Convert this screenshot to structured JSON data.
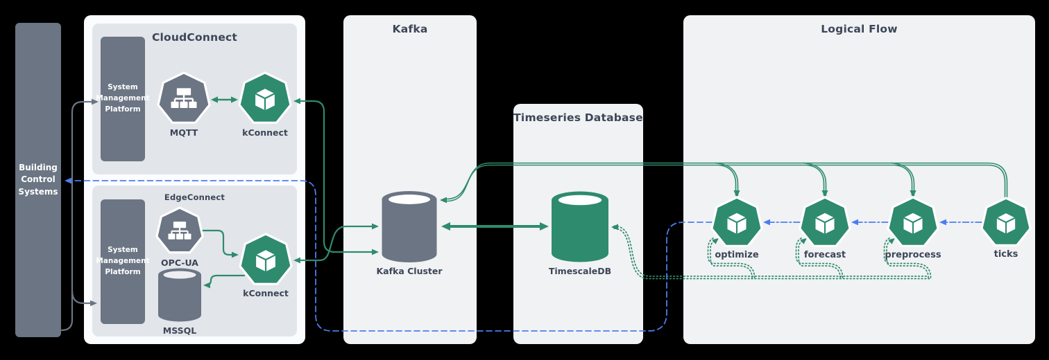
{
  "colors": {
    "green": "#2E8B6E",
    "slate": "#6B7583",
    "blue": "#4B7DF0",
    "title": "#3C4657",
    "box_light": "#F1F2F4",
    "box_sub": "#E2E5E9",
    "box_outer": "#FBFCFD",
    "canvas": "#000000",
    "white": "#FFFFFF",
    "cylinder_opening_light": "#FFFFFF",
    "cylinder_opening_sub": "#ECEEF1"
  },
  "containers": {
    "cloudconnect": {
      "title": "CloudConnect"
    },
    "edgeconnect": {
      "title": "EdgeConnect"
    },
    "kafka": {
      "title": "Kafka"
    },
    "timeseries": {
      "title": "Timeseries Database"
    },
    "logical_flow": {
      "title": "Logical Flow"
    }
  },
  "nodes": {
    "building_control_systems": {
      "label": "Building Control Systems"
    },
    "smp_cloud": {
      "label": "System Management Platform"
    },
    "smp_edge": {
      "label": "System Management Platform"
    },
    "mqtt": {
      "label": "MQTT"
    },
    "kconnect_cloud": {
      "label": "kConnect"
    },
    "opcua": {
      "label": "OPC-UA"
    },
    "mssql": {
      "label": "MSSQL"
    },
    "kconnect_edge": {
      "label": "kConnect"
    },
    "kafka_cluster": {
      "label": "Kafka Cluster"
    },
    "timescaledb": {
      "label": "TimescaleDB"
    },
    "optimize": {
      "label": "optimize"
    },
    "forecast": {
      "label": "forecast"
    },
    "preprocess": {
      "label": "preprocess"
    },
    "ticks": {
      "label": "ticks"
    }
  }
}
